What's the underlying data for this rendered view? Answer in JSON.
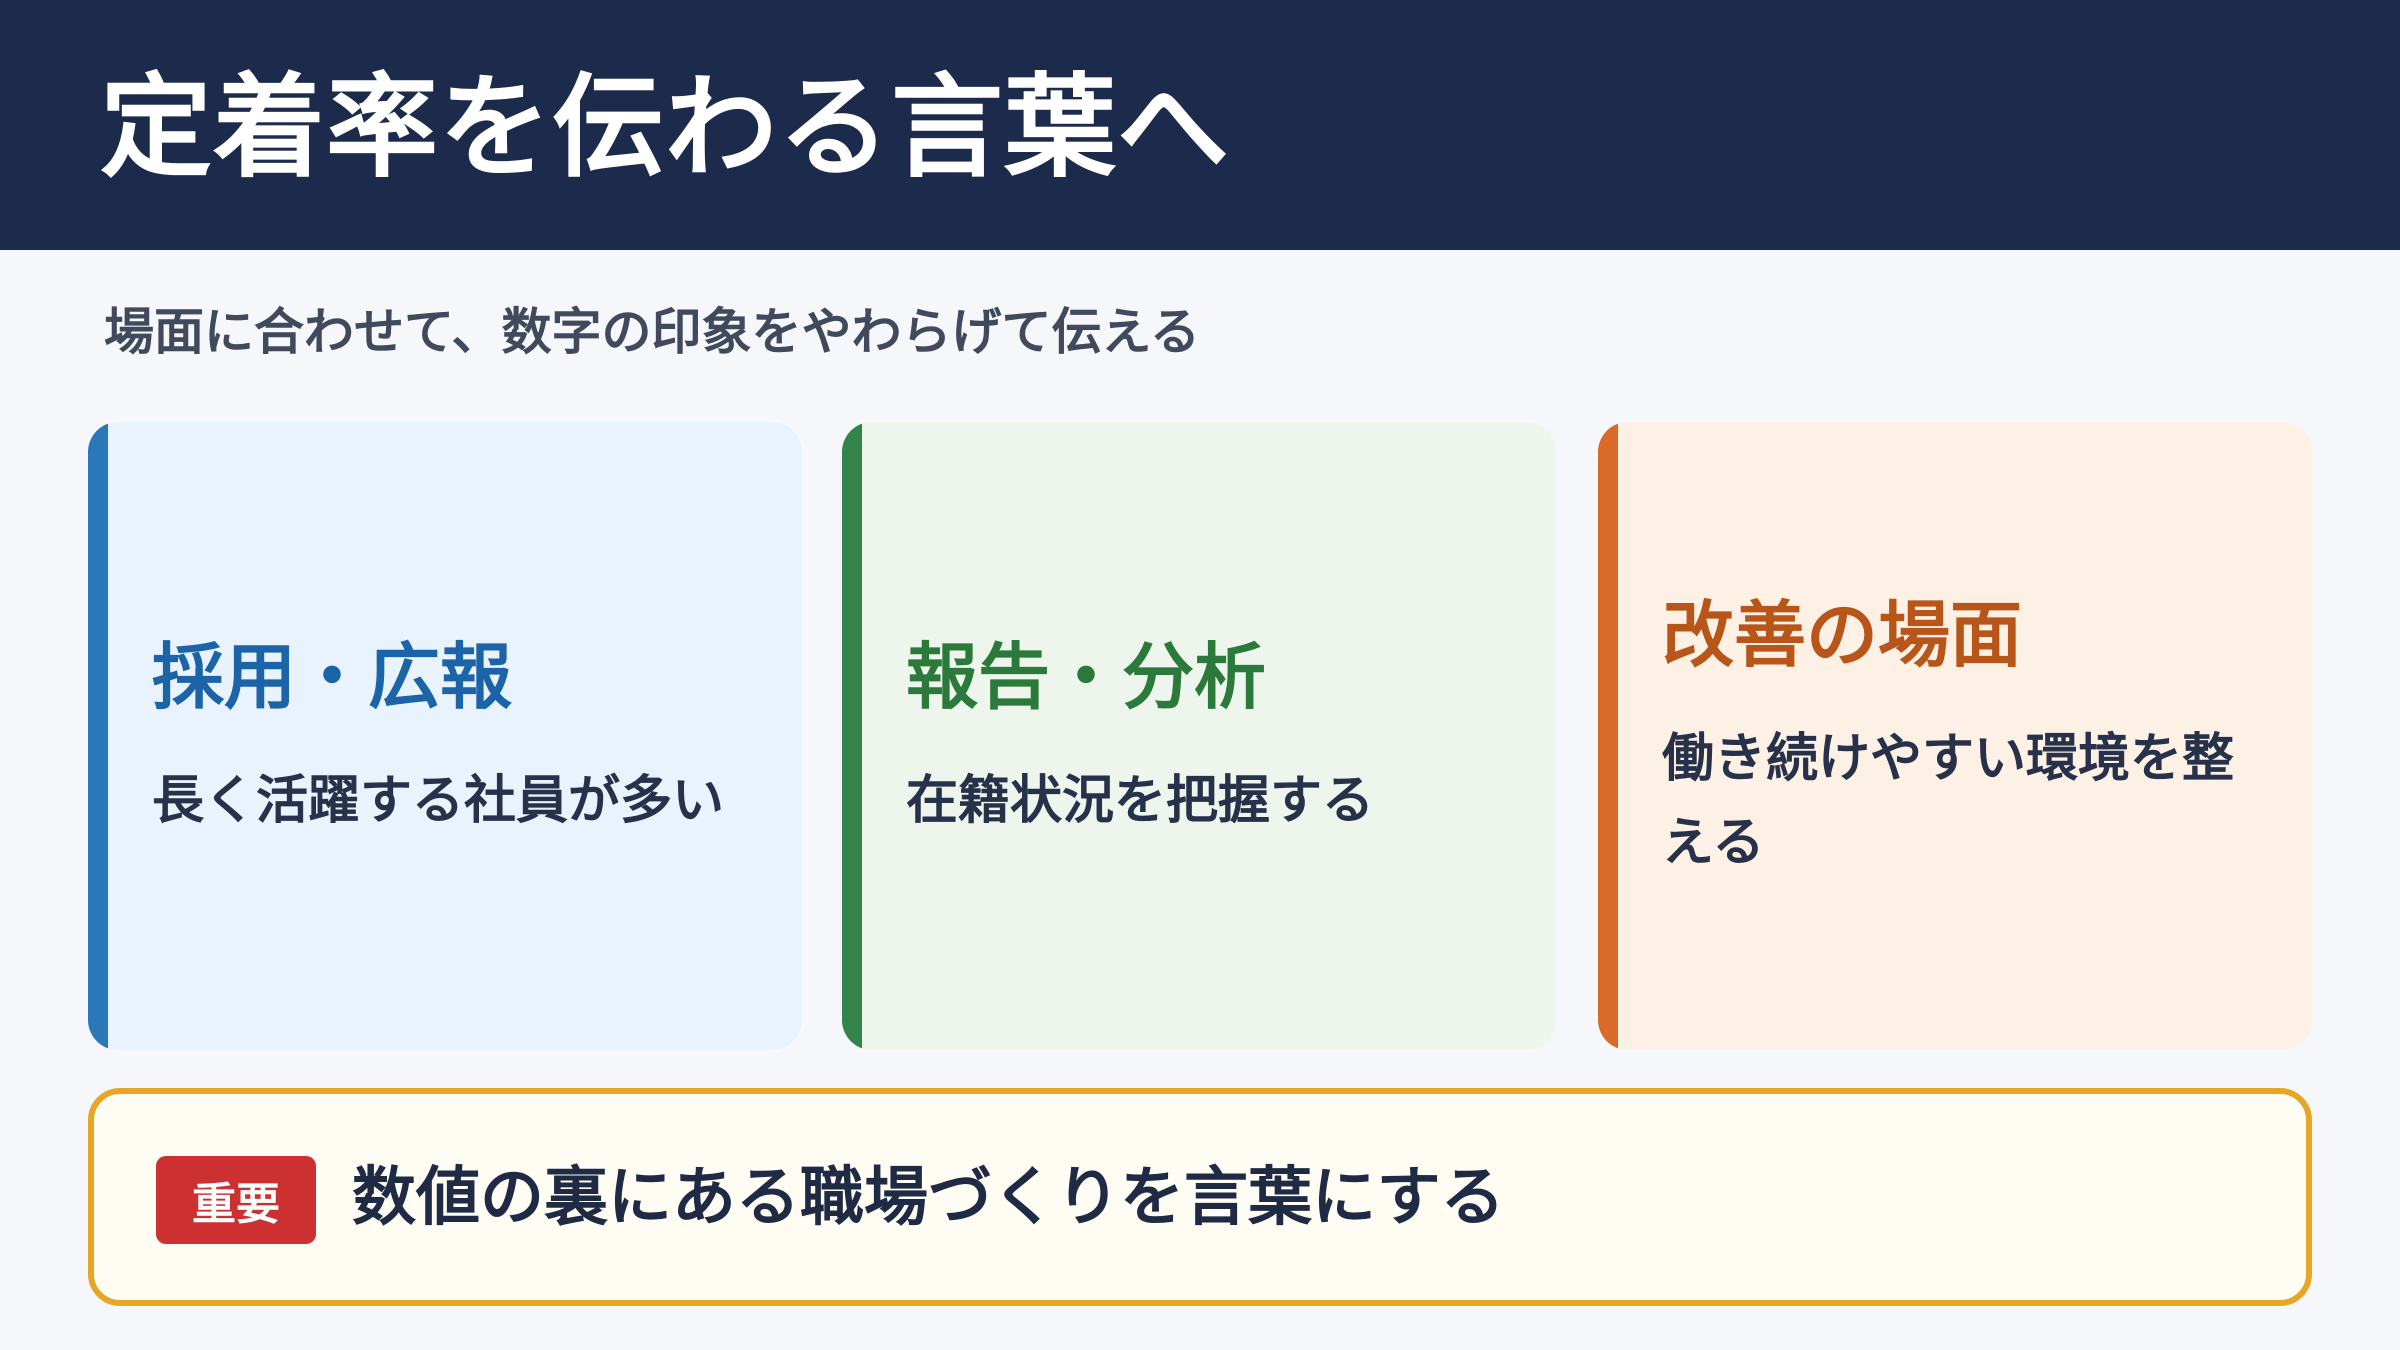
{
  "title": "定着率を伝わる言葉へ",
  "subtitle": "場面に合わせて、数字の印象をやわらげて伝える",
  "cards": [
    {
      "title": "採用・広報",
      "body": "長く活躍する社員が多い",
      "accent": "#2a77ba"
    },
    {
      "title": "報告・分析",
      "body": "在籍状況を把握する",
      "accent": "#33834a"
    },
    {
      "title": "改善の場面",
      "body": "働き続けやすい環境を整える",
      "accent": "#d96a27"
    }
  ],
  "callout": {
    "badge": "重要",
    "text": "数値の裏にある職場づくりを言葉にする",
    "border_color": "#e7a626",
    "badge_color": "#cc3030"
  }
}
